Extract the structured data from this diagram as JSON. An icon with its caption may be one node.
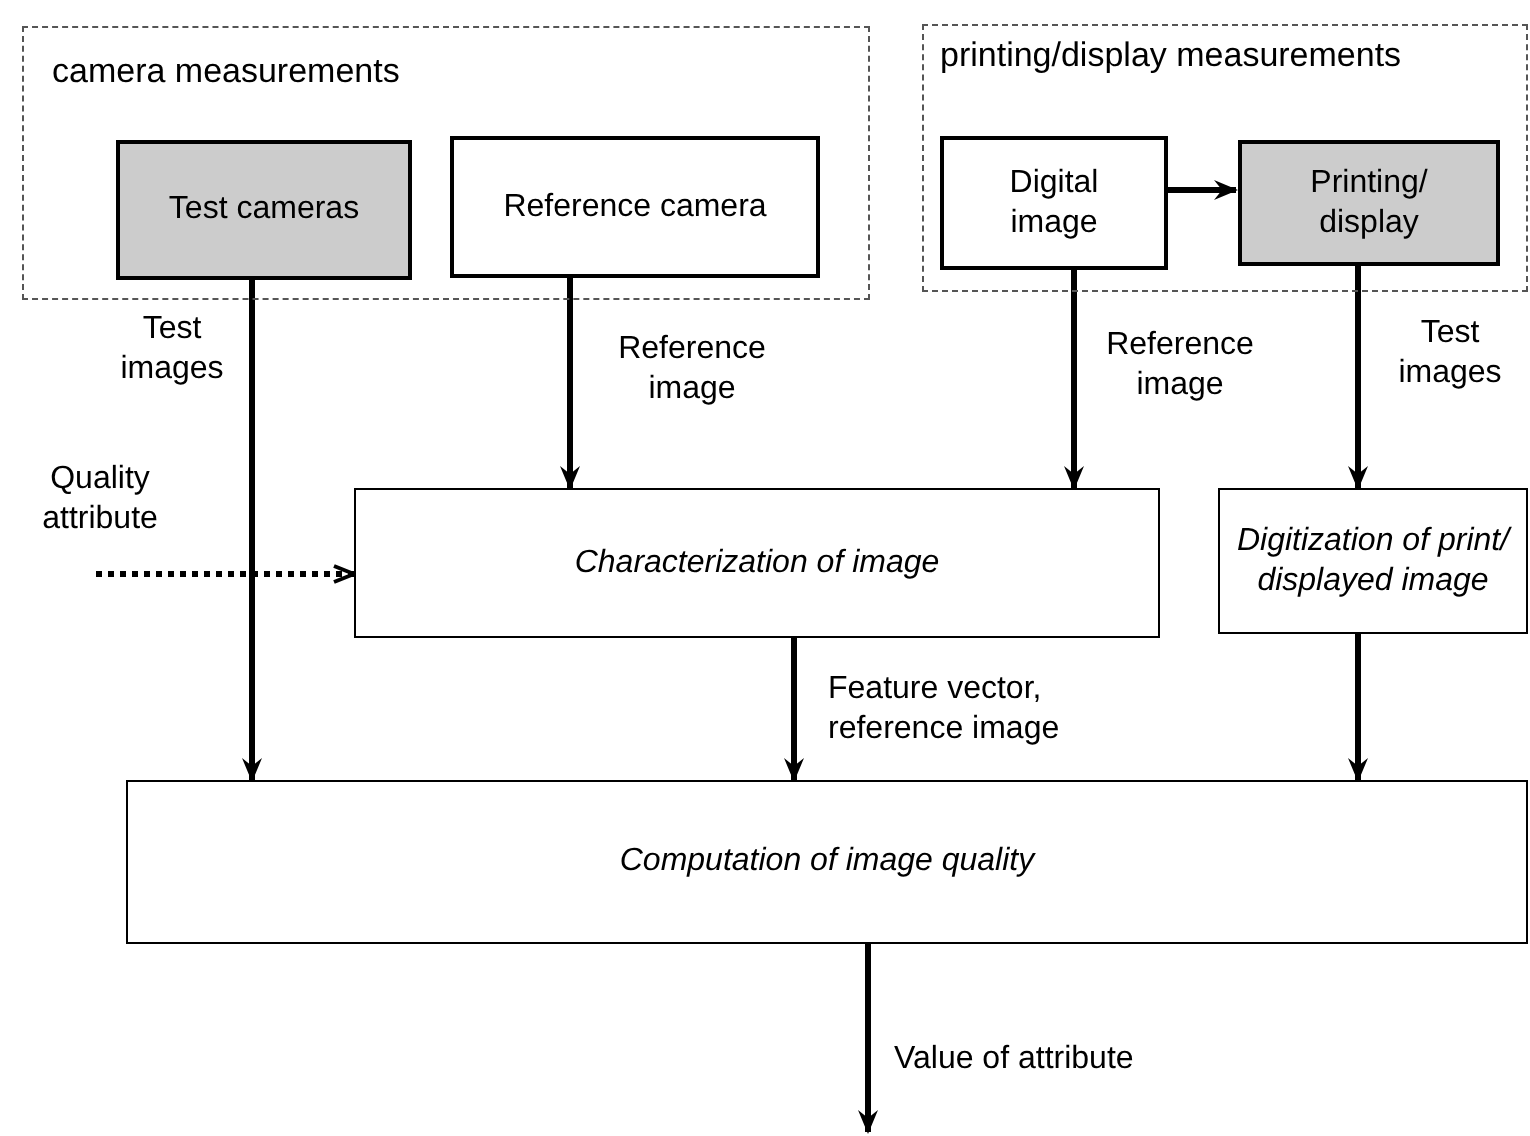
{
  "diagram": {
    "nodes": [
      {
        "text": [
          "camera measurements"
        ]
      },
      {
        "text": [
          "Test cameras"
        ],
        "in": 0
      },
      {
        "text": [
          "Reference camera"
        ],
        "in": 0
      },
      {
        "text": [
          "printing/display measurements"
        ]
      },
      {
        "text": [
          "Digital image"
        ],
        "in": 3
      },
      {
        "text": [
          "Printing/ display"
        ],
        "in": 3
      },
      {
        "text": [
          "Characterization of image"
        ]
      },
      {
        "text": [
          "Digitization of print/ displayed image"
        ]
      },
      {
        "text": [
          "Computation of image quality"
        ]
      }
    ],
    "edges": [
      {
        "from": 1,
        "to": 8,
        "arrow": "to",
        "label": "Test images"
      },
      {
        "from": 2,
        "to": 6,
        "arrow": "to",
        "label": "Reference image"
      },
      {
        "from": 4,
        "to": 5,
        "arrow": "to"
      },
      {
        "from": 4,
        "to": 6,
        "arrow": "to",
        "label": "Reference image"
      },
      {
        "from": 5,
        "to": 7,
        "arrow": "to",
        "label": "Test images"
      },
      {
        "from": null,
        "to": 6,
        "arrow": "to",
        "label": "Quality attribute",
        "style": "dashed"
      },
      {
        "from": 6,
        "to": 8,
        "arrow": "to",
        "label": "Feature vector, reference image"
      },
      {
        "from": 7,
        "to": 8,
        "arrow": "to"
      },
      {
        "from": 8,
        "to": null,
        "arrow": "to",
        "label": "Value of attribute"
      }
    ]
  }
}
